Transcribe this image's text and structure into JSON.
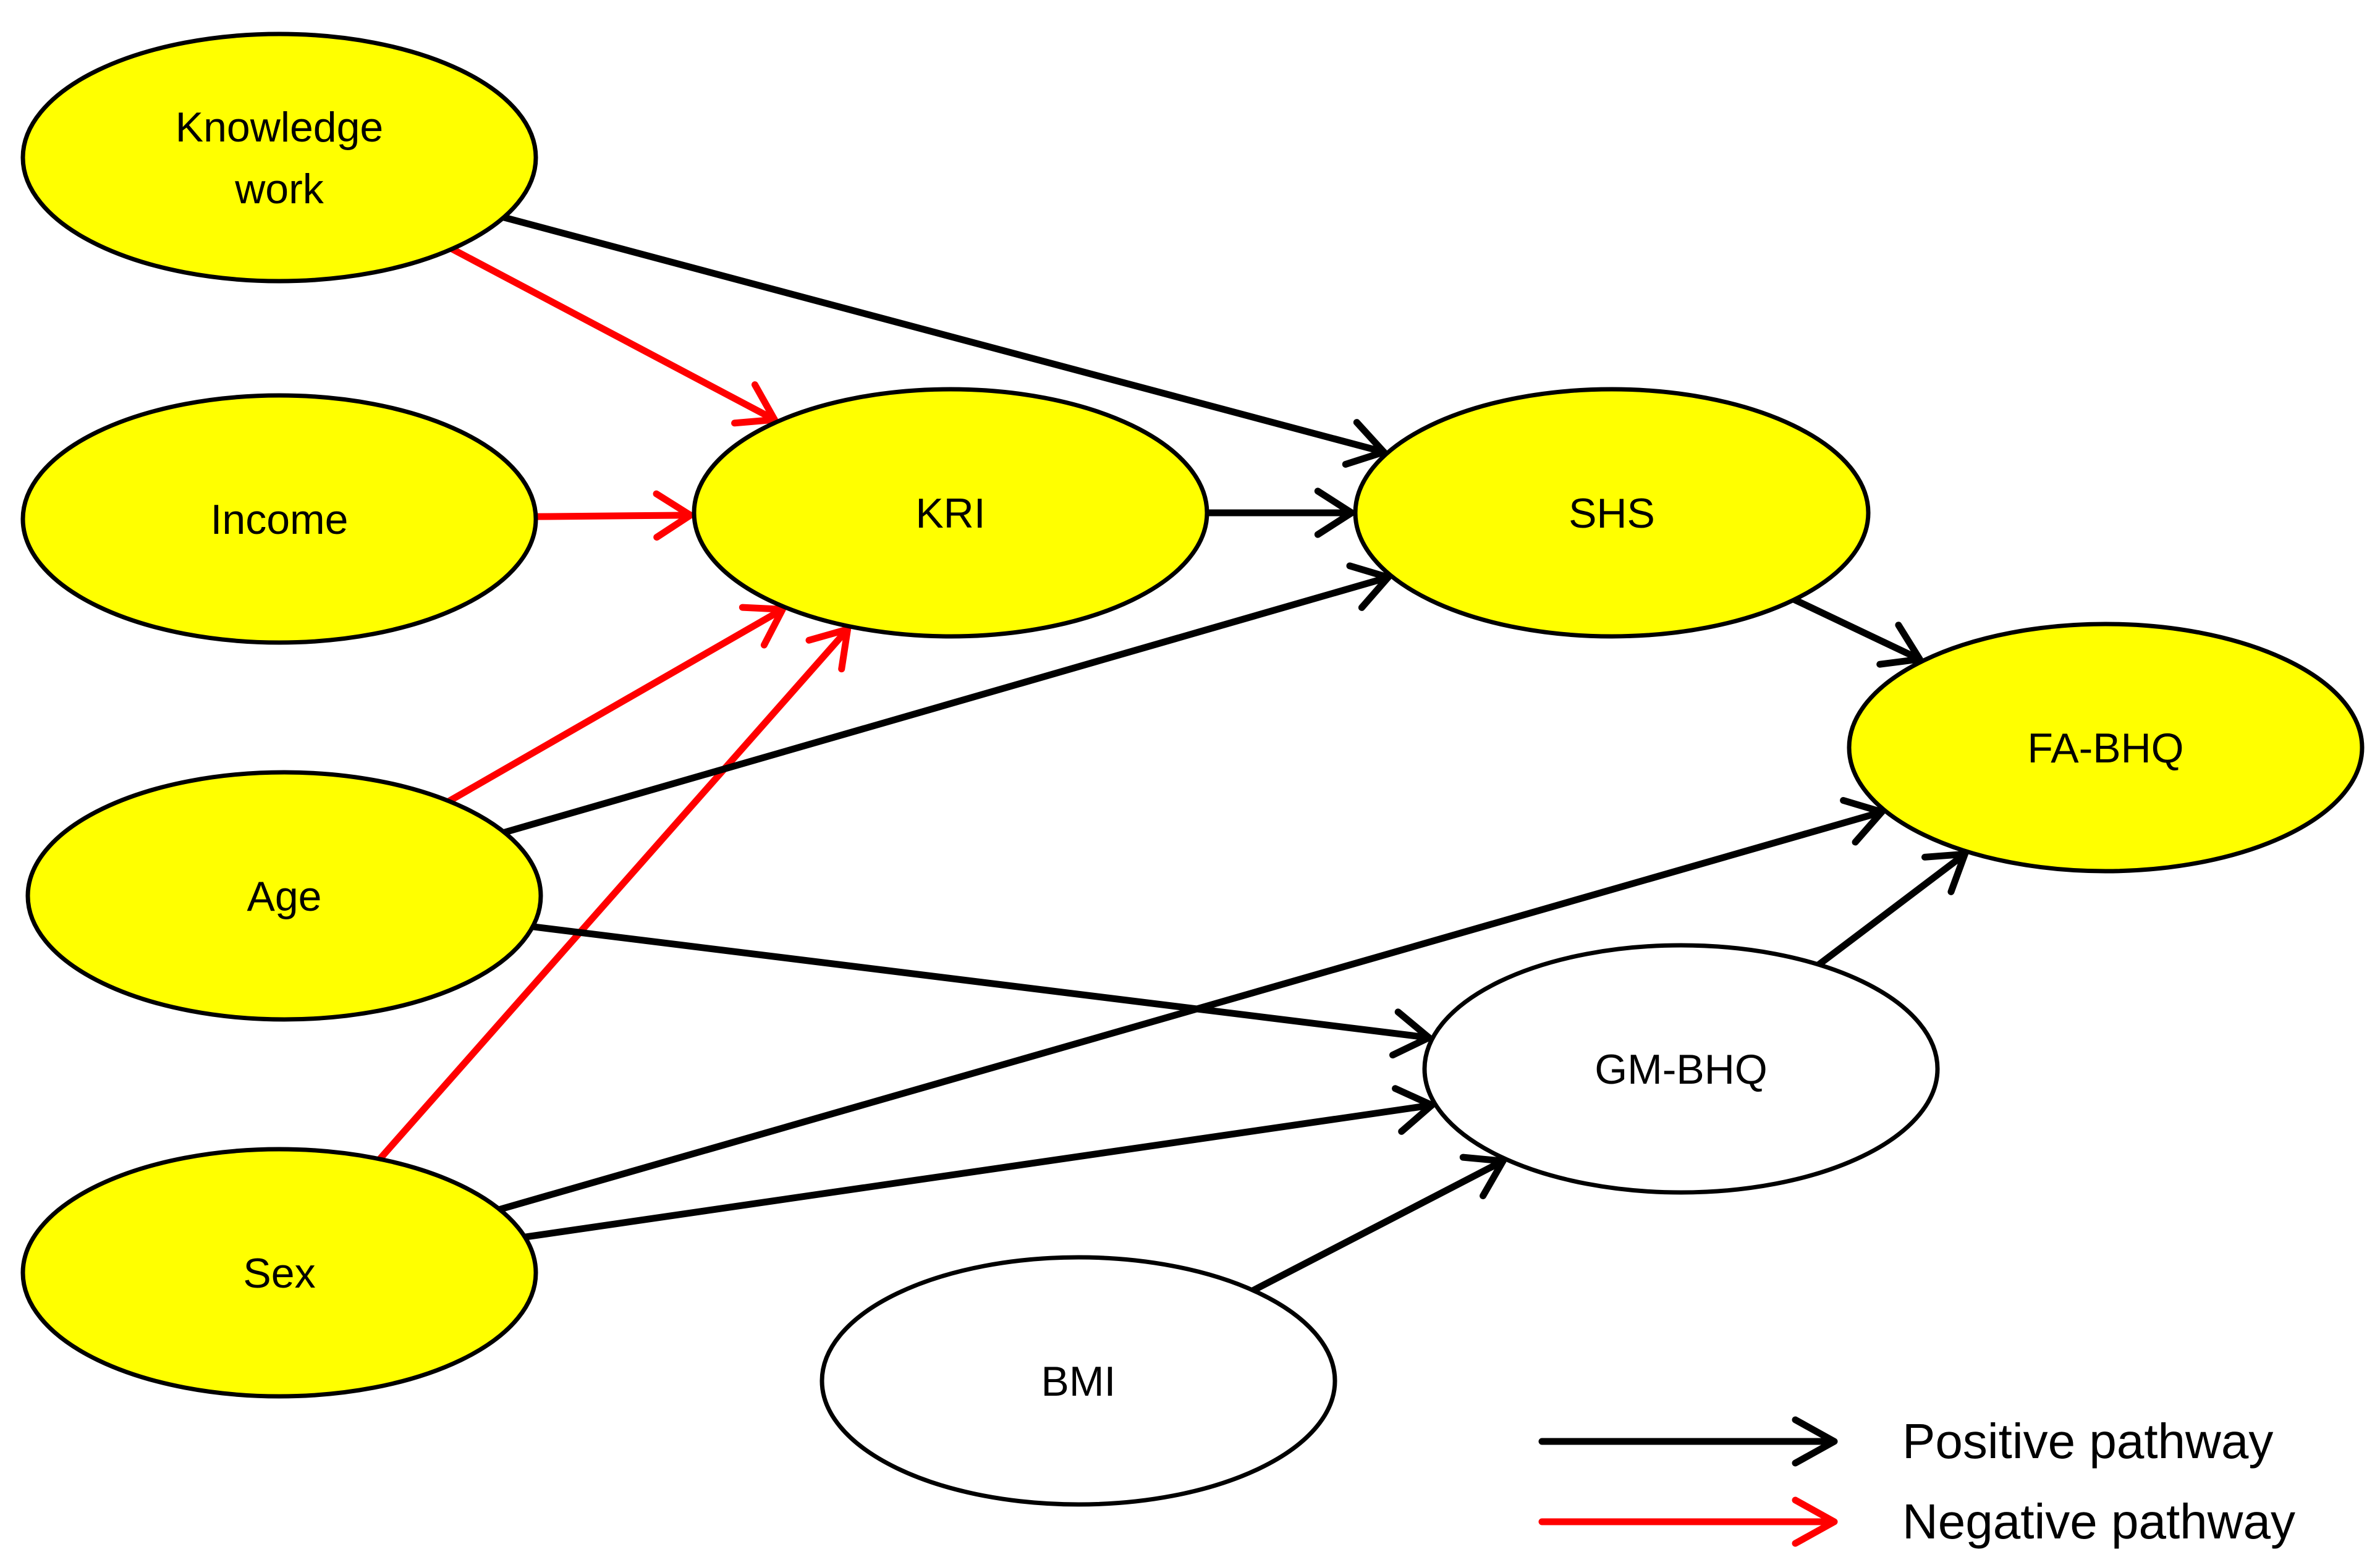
{
  "colors": {
    "positive": "#000000",
    "negative": "#ff0000",
    "highlight_fill": "#ffff00",
    "plain_fill": "#ffffff",
    "outline": "#000000"
  },
  "nodes": [
    {
      "id": "knowledge_work",
      "lines": [
        "Knowledge",
        "work"
      ],
      "highlighted": true
    },
    {
      "id": "income",
      "lines": [
        "Income"
      ],
      "highlighted": true
    },
    {
      "id": "age",
      "lines": [
        "Age"
      ],
      "highlighted": true
    },
    {
      "id": "sex",
      "lines": [
        "Sex"
      ],
      "highlighted": true
    },
    {
      "id": "kri",
      "lines": [
        "KRI"
      ],
      "highlighted": true
    },
    {
      "id": "shs",
      "lines": [
        "SHS"
      ],
      "highlighted": true
    },
    {
      "id": "fa_bhq",
      "lines": [
        "FA-BHQ"
      ],
      "highlighted": true
    },
    {
      "id": "gm_bhq",
      "lines": [
        "GM-BHQ"
      ],
      "highlighted": false
    },
    {
      "id": "bmi",
      "lines": [
        "BMI"
      ],
      "highlighted": false
    }
  ],
  "edges": [
    {
      "from": "knowledge_work",
      "to": "kri",
      "sign": "negative"
    },
    {
      "from": "knowledge_work",
      "to": "shs",
      "sign": "positive"
    },
    {
      "from": "income",
      "to": "kri",
      "sign": "negative"
    },
    {
      "from": "age",
      "to": "kri",
      "sign": "negative"
    },
    {
      "from": "sex",
      "to": "kri",
      "sign": "negative"
    },
    {
      "from": "kri",
      "to": "shs",
      "sign": "positive"
    },
    {
      "from": "age",
      "to": "shs",
      "sign": "positive"
    },
    {
      "from": "shs",
      "to": "fa_bhq",
      "sign": "positive"
    },
    {
      "from": "age",
      "to": "gm_bhq",
      "sign": "positive"
    },
    {
      "from": "sex",
      "to": "fa_bhq",
      "sign": "positive"
    },
    {
      "from": "sex",
      "to": "gm_bhq",
      "sign": "positive"
    },
    {
      "from": "bmi",
      "to": "gm_bhq",
      "sign": "positive"
    },
    {
      "from": "gm_bhq",
      "to": "fa_bhq",
      "sign": "positive"
    }
  ],
  "legend": {
    "positive_label": "Positive pathway",
    "negative_label": "Negative pathway"
  }
}
